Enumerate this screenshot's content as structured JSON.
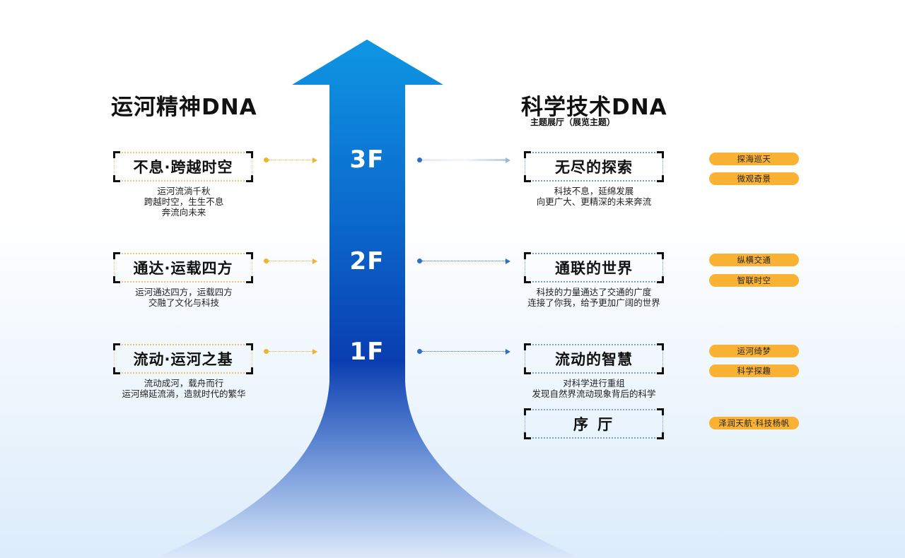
{
  "colors": {
    "arrow_top": "#0f96e3",
    "arrow_mid": "#0a3eb0",
    "arrow_bottom": "#d8e8fa",
    "gold": "#f0b429",
    "tag_bg": "#f9b233",
    "blue": "#2f6fc9"
  },
  "left": {
    "title": "运河精神DNA",
    "items": [
      {
        "floor": "3F",
        "heading": "不息·跨越时空",
        "lines": [
          "运河流淌千秋",
          "跨越时空，生生不息",
          "奔流向未来"
        ]
      },
      {
        "floor": "2F",
        "heading": "通达·运载四方",
        "lines": [
          "运河通达四方，运载四方",
          "交融了文化与科技"
        ]
      },
      {
        "floor": "1F",
        "heading": "流动·运河之基",
        "lines": [
          "流动成河，载舟而行",
          "运河绵延流淌，造就时代的繁华"
        ]
      }
    ]
  },
  "center": {
    "floors": [
      "3F",
      "2F",
      "1F"
    ]
  },
  "right": {
    "title": "科学技术DNA",
    "subtitle": "主题展厅（展览主题）",
    "items": [
      {
        "heading": "无尽的探索",
        "lines": [
          "科技不息，延绵发展",
          "向更广大、更精深的未来奔流"
        ],
        "tags": [
          "探海巡天",
          "微观奇景"
        ]
      },
      {
        "heading": "通联的世界",
        "lines": [
          "科技的力量通达了交通的广度",
          "连接了你我，给予更加广阔的世界"
        ],
        "tags": [
          "纵横交通",
          "智联时空"
        ]
      },
      {
        "heading": "流动的智慧",
        "lines": [
          "对科学进行重组",
          "发现自然界流动现象背后的科学"
        ],
        "tags": [
          "运河绮梦",
          "科学探趣"
        ]
      },
      {
        "heading": "序 厅",
        "lines": [],
        "tags": [
          "泽润天航·科技杨帆"
        ]
      }
    ]
  }
}
